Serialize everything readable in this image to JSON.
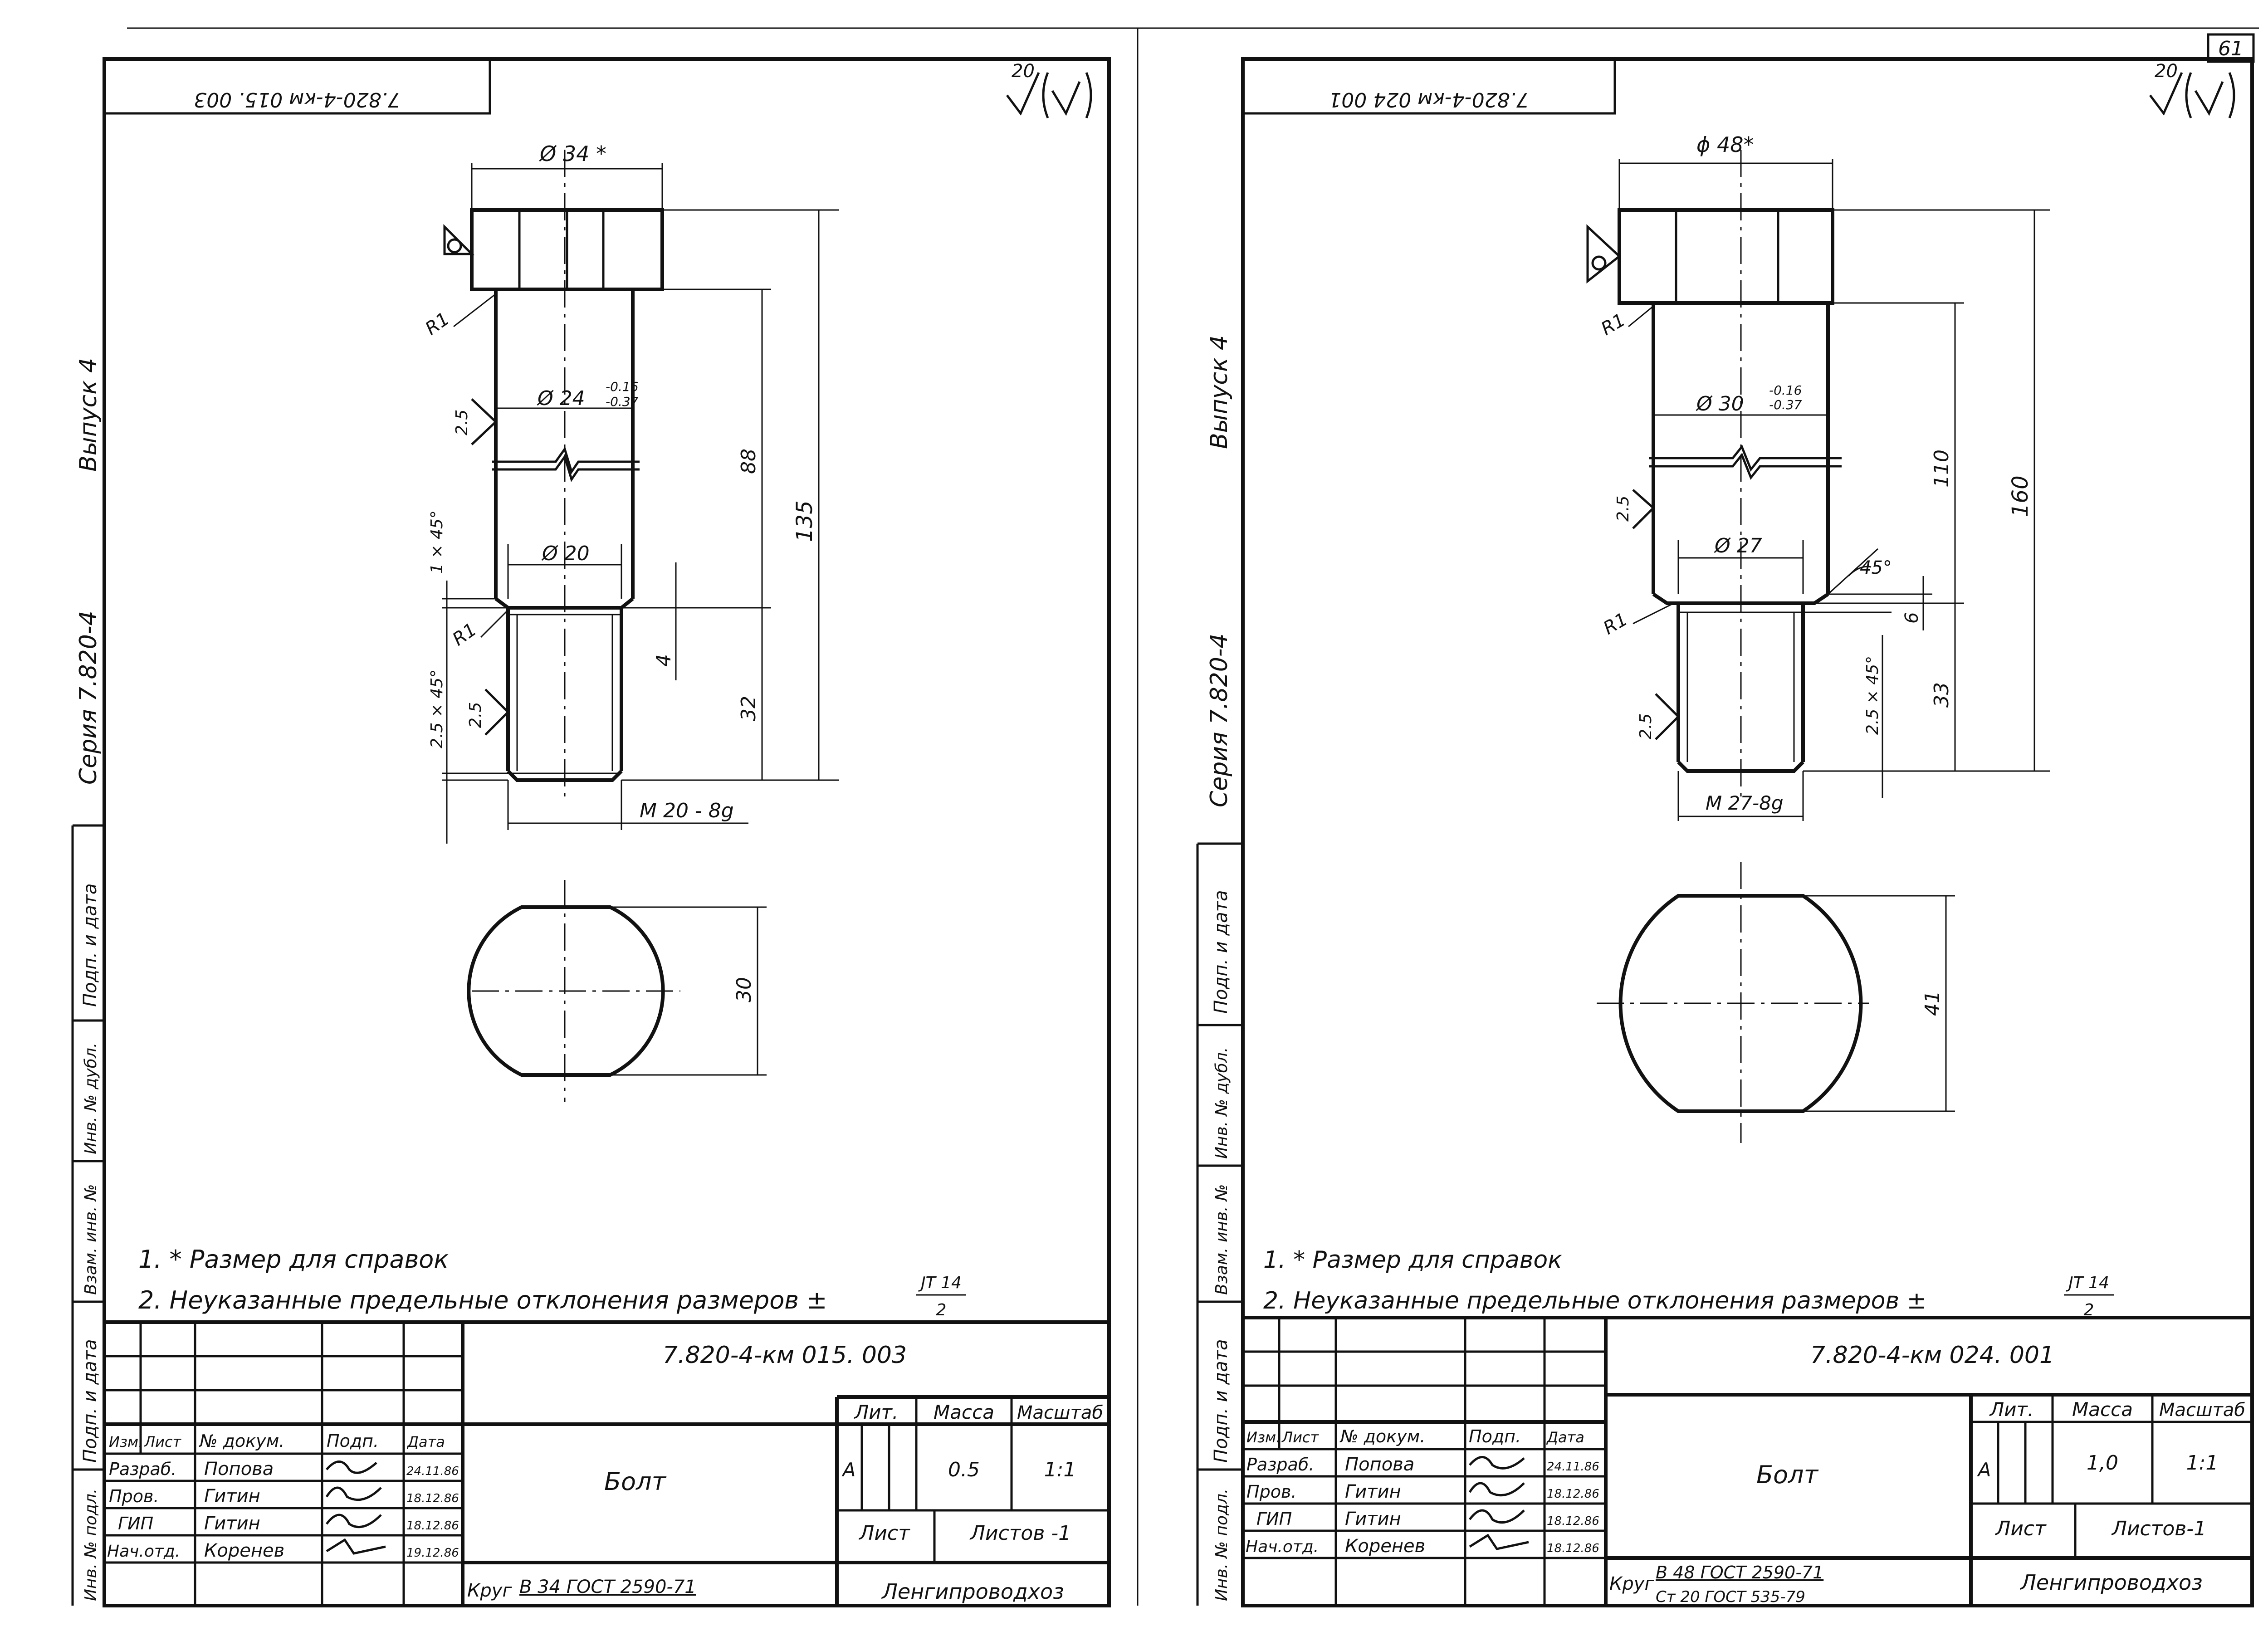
{
  "page_number": "61",
  "left": {
    "series_label": "Серия 7.820-4",
    "issue_label": "Выпуск 4",
    "stamp_rotated": "7.820-4-км 015. 003",
    "roughness": "20",
    "dims": {
      "head_dia": "Ø 34 *",
      "shank_dia": "Ø 24",
      "shank_tol_upper": "-0.16",
      "shank_tol_lower": "-0.37",
      "neck_dia": "Ø 20",
      "len_shank": "88",
      "len_total": "135",
      "len_thread": "32",
      "groove": "4",
      "chamfer_neck": "1 × 45°",
      "chamfer_thread": "2.5 × 45°",
      "r1_top": "R1",
      "r1_bottom": "R1",
      "rough_a": "2.5",
      "rough_b": "2.5",
      "thread": "М 20 - 8g",
      "flat": "30"
    },
    "notes": [
      "1. * Размер для справок",
      "2. Неуказанные предельные отклонения размеров ±"
    ],
    "note_fraction_top": "JT 14",
    "note_fraction_bottom": "2",
    "doc_code": "7.820-4-км 015. 003",
    "part_name": "Болт",
    "lit_header": "Лит.",
    "mass_header": "Масса",
    "scale_header": "Масштаб",
    "lit_value": "А",
    "mass_value": "0.5",
    "scale_value": "1:1",
    "sheet_label": "Лист",
    "sheets_label": "Листов -1",
    "material": "Круг",
    "material_spec": "В 34 ГОСТ 2590-71",
    "org": "Ленгипроводхоз",
    "table_headers": [
      "Изм.",
      "Лист",
      "№ докум.",
      "Подп.",
      "Дата"
    ],
    "signers": [
      {
        "role": "Разраб.",
        "name": "Попова",
        "date": "24.11.86"
      },
      {
        "role": "Пров.",
        "name": "Гитин",
        "date": "18.12.86"
      },
      {
        "role": "ГИП",
        "name": "Гитин",
        "date": "18.12.86"
      },
      {
        "role": "Нач.отд.",
        "name": "Коренев",
        "date": "19.12.86"
      }
    ],
    "side_labels": [
      "Подп. и дата",
      "Инв. № дубл.",
      "Взам. инв. №",
      "Подп. и дата",
      "Инв. № подл."
    ]
  },
  "right": {
    "series_label": "Серия 7.820-4",
    "issue_label": "Выпуск 4",
    "stamp_rotated": "7.820-4-км 024 001",
    "roughness": "20",
    "dims": {
      "head_dia": "ϕ 48*",
      "shank_dia": "Ø 30",
      "shank_tol_upper": "-0.16",
      "shank_tol_lower": "-0.37",
      "neck_dia": "Ø 27",
      "len_shank": "110",
      "len_total": "160",
      "len_thread": "33",
      "groove": "6",
      "angle": "45°",
      "chamfer_thread": "2.5 × 45°",
      "r1_top": "R1",
      "r1_bottom": "R1",
      "rough_a": "2.5",
      "rough_b": "2.5",
      "thread": "М 27-8g",
      "flat": "41"
    },
    "notes": [
      "1. * Размер для справок",
      "2. Неуказанные предельные отклонения размеров ±"
    ],
    "note_fraction_top": "JT 14",
    "note_fraction_bottom": "2",
    "doc_code": "7.820-4-км 024. 001",
    "part_name": "Болт",
    "lit_header": "Лит.",
    "mass_header": "Масса",
    "scale_header": "Масштаб",
    "lit_value": "А",
    "mass_value": "1,0",
    "scale_value": "1:1",
    "sheet_label": "Лист",
    "sheets_label": "Листов-1",
    "material": "Круг",
    "material_spec": "В 48 ГОСТ 2590-71",
    "material_spec2": "Ст 20 ГОСТ 535-79",
    "org": "Ленгипроводхоз",
    "table_headers": [
      "Изм.",
      "Лист",
      "№ докум.",
      "Подп.",
      "Дата"
    ],
    "signers": [
      {
        "role": "Разраб.",
        "name": "Попова",
        "date": "24.11.86"
      },
      {
        "role": "Пров.",
        "name": "Гитин",
        "date": "18.12.86"
      },
      {
        "role": "ГИП",
        "name": "Гитин",
        "date": "18.12.86"
      },
      {
        "role": "Нач.отд.",
        "name": "Коренев",
        "date": "18.12.86"
      }
    ],
    "side_labels": [
      "Подп. и дата",
      "Инв. № дубл.",
      "Взам. инв. №",
      "Подп. и дата",
      "Инв. № подл."
    ]
  }
}
